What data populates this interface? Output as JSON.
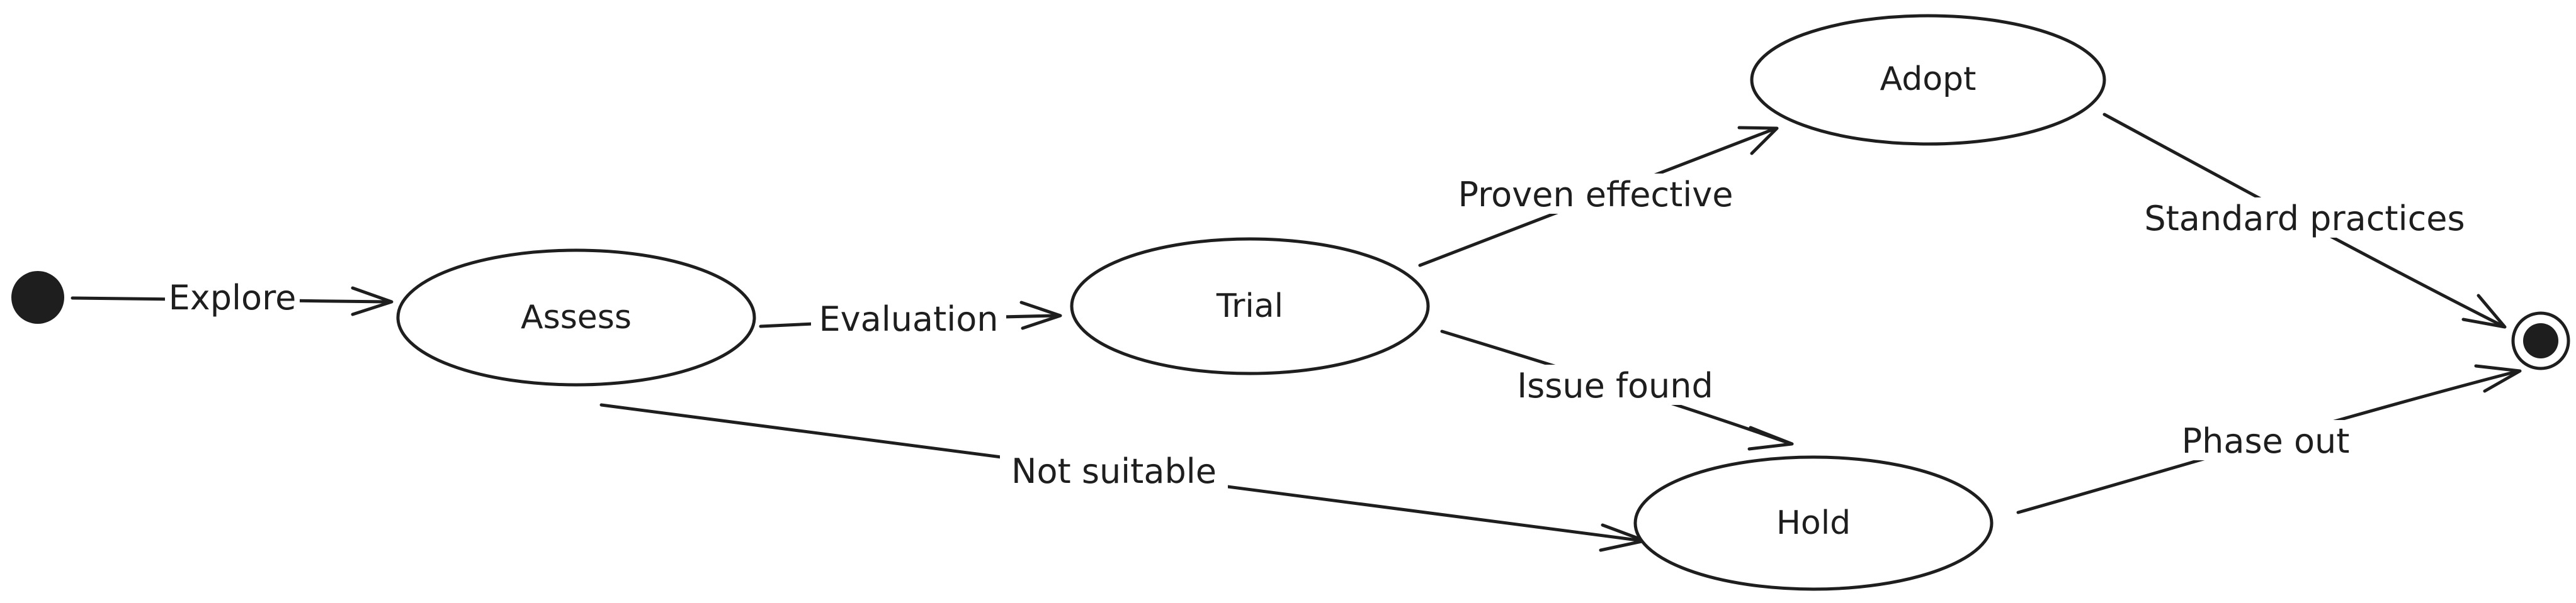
{
  "diagram": {
    "type": "state-diagram",
    "nodes": {
      "assess": {
        "label": "Assess"
      },
      "trial": {
        "label": "Trial"
      },
      "adopt": {
        "label": "Adopt"
      },
      "hold": {
        "label": "Hold"
      }
    },
    "edges": {
      "explore": {
        "label": "Explore"
      },
      "evaluation": {
        "label": "Evaluation"
      },
      "not_suitable": {
        "label": "Not suitable"
      },
      "proven_effective": {
        "label": "Proven effective"
      },
      "issue_found": {
        "label": "Issue found"
      },
      "standard_practices": {
        "label": "Standard practices"
      },
      "phase_out": {
        "label": "Phase out"
      }
    },
    "colors": {
      "stroke": "#1e1e1e",
      "background": "#ffffff"
    }
  }
}
